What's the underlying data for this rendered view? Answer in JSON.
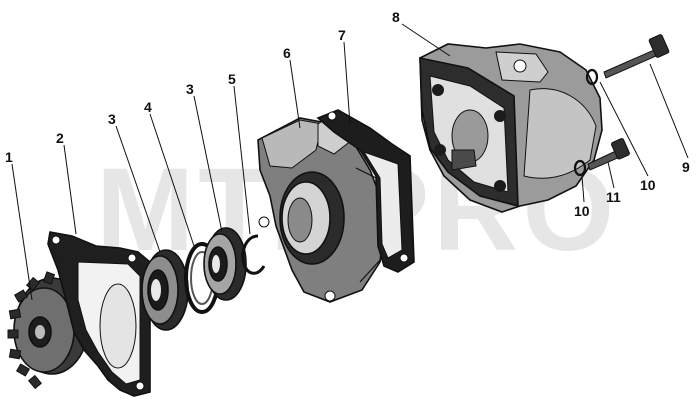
{
  "watermark": "MTZPRO",
  "callouts": {
    "c1": "1",
    "c2": "2",
    "c3a": "3",
    "c4": "4",
    "c3b": "3",
    "c5": "5",
    "c6": "6",
    "c7": "7",
    "c8": "8",
    "c9": "9",
    "c10a": "10",
    "c11": "11",
    "c10b": "10"
  }
}
